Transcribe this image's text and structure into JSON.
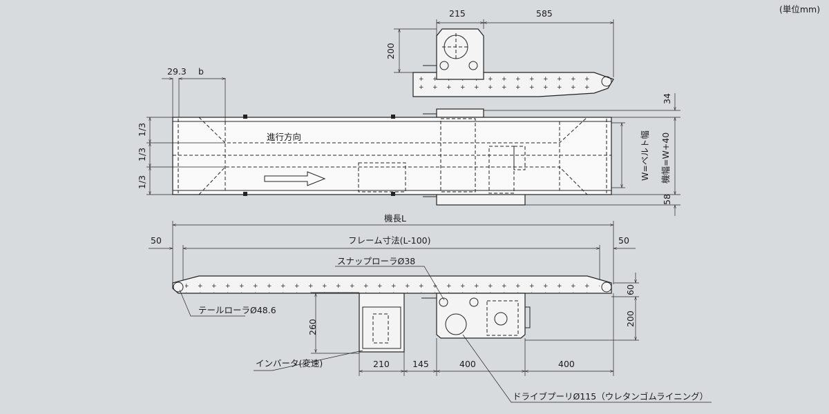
{
  "unit_label": "(単位mm)",
  "top_side_view": {
    "dim_215": "215",
    "dim_585": "585",
    "dim_200": "200"
  },
  "plan_view": {
    "dim_29_3": "29.3",
    "dim_b": "b",
    "third_labels": [
      "1/3",
      "1/3",
      "1/3"
    ],
    "direction_label": "進行方向",
    "dim_34": "34",
    "dim_58": "58",
    "belt_width_label": "W=ベルト幅",
    "machine_width_label": "機幅=W+40"
  },
  "side_view": {
    "machine_length_label": "機長L",
    "frame_length_label": "フレーム寸法(L-100)",
    "dim_50_left": "50",
    "dim_50_right": "50",
    "snap_roller_label": "スナップローラØ38",
    "tail_roller_label": "テールローラØ48.6",
    "inverter_label": "インバータ(変速)",
    "drive_pulley_label": "ドライブプーリØ115（ウレタンゴムライニング）",
    "dim_260": "260",
    "dim_60": "60",
    "dim_200": "200",
    "bottom_dims": [
      "210",
      "145",
      "400",
      "400"
    ]
  }
}
